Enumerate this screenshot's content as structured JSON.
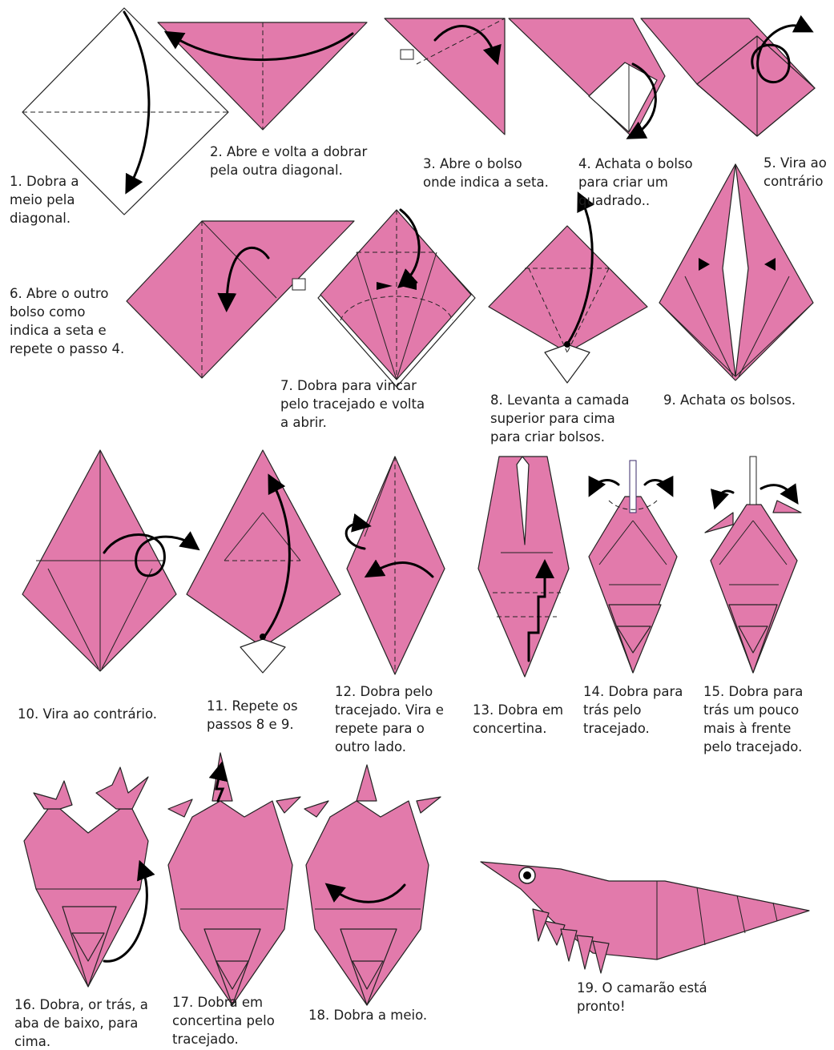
{
  "colors": {
    "paper": "#e27aab",
    "paper_back": "#ffffff",
    "outline": "#222222",
    "arrow": "#000000"
  },
  "steps": [
    {
      "n": 1,
      "caption": "1. Dobra a\nmeio pela\ndiagonal."
    },
    {
      "n": 2,
      "caption": "2. Abre e volta a dobrar\npela outra diagonal."
    },
    {
      "n": 3,
      "caption": "3. Abre o bolso\nonde indica a seta."
    },
    {
      "n": 4,
      "caption": "4. Achata o bolso\npara criar um\nquadrado.."
    },
    {
      "n": 5,
      "caption": "5. Vira ao\ncontrário"
    },
    {
      "n": 6,
      "caption": "6. Abre o outro\nbolso como\nindica a seta e\nrepete o passo 4."
    },
    {
      "n": 7,
      "caption": "7. Dobra para vincar\npelo tracejado e volta\na abrir."
    },
    {
      "n": 8,
      "caption": "8. Levanta a camada\nsuperior para cima\npara criar bolsos."
    },
    {
      "n": 9,
      "caption": "9. Achata os bolsos."
    },
    {
      "n": 10,
      "caption": "10. Vira ao contrário."
    },
    {
      "n": 11,
      "caption": "11. Repete os\npassos 8 e 9."
    },
    {
      "n": 12,
      "caption": "12. Dobra pelo\ntracejado. Vira e\nrepete para o\noutro lado."
    },
    {
      "n": 13,
      "caption": "13. Dobra em\nconcertina."
    },
    {
      "n": 14,
      "caption": "14. Dobra para\ntrás pelo\ntracejado."
    },
    {
      "n": 15,
      "caption": "15. Dobra para\ntrás um pouco\nmais à frente\npelo tracejado."
    },
    {
      "n": 16,
      "caption": "16. Dobra, or trás, a\naba de baixo, para\ncima."
    },
    {
      "n": 17,
      "caption": "17. Dobra em\nconcertina pelo\ntracejado."
    },
    {
      "n": 18,
      "caption": "18. Dobra a meio."
    },
    {
      "n": 19,
      "caption": "19. O camarão está\npronto!"
    }
  ]
}
